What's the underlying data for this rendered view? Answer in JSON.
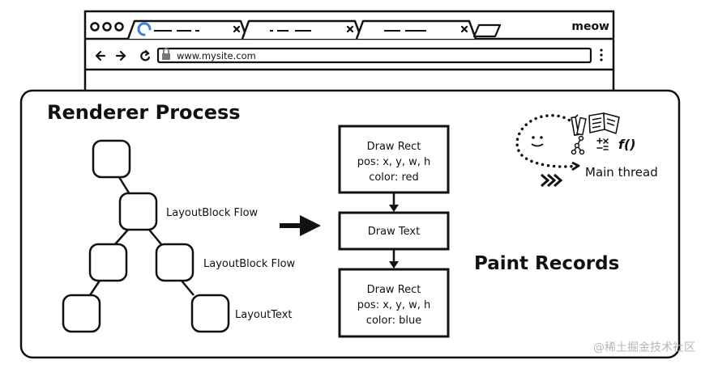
{
  "browser": {
    "app_label": "meow",
    "url": "www.mysite.com"
  },
  "panel": {
    "title": "Renderer Process"
  },
  "tree": {
    "labels": [
      "LayoutBlock Flow",
      "LayoutBlock Flow",
      "LayoutText"
    ]
  },
  "paint_records": {
    "title": "Paint Records",
    "records": [
      {
        "lines": [
          "Draw Rect",
          "pos: x, y, w, h",
          "color: red"
        ]
      },
      {
        "lines": [
          "Draw Text"
        ]
      },
      {
        "lines": [
          "Draw Rect",
          "pos: x, y, w, h",
          "color: blue"
        ]
      }
    ]
  },
  "main_thread": {
    "label": "Main thread"
  },
  "watermark": "@稀土掘金技术社区",
  "icons": [
    "back-arrow-icon",
    "forward-arrow-icon",
    "reload-icon",
    "lock-icon",
    "menu-dots-icon",
    "tab-close-icon",
    "new-tab-icon",
    "loading-spinner-icon",
    "main-thread-character-icon"
  ]
}
